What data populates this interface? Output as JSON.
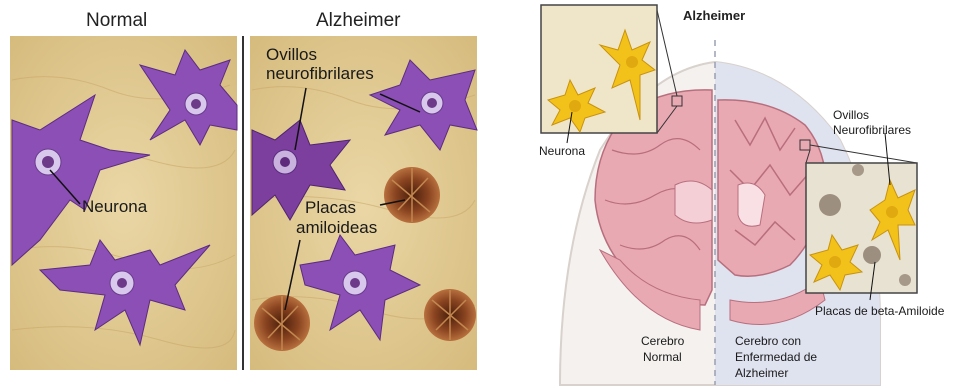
{
  "left_figure": {
    "normal_title": "Normal",
    "alzheimer_title": "Alzheimer",
    "labels": {
      "neurona": "Neurona",
      "ovillos_line1": "Ovillos",
      "ovillos_line2": "neurofibrilares",
      "placas_line1": "Placas",
      "placas_line2": "amiloideas"
    }
  },
  "right_figure": {
    "title": "Alzheimer",
    "labels": {
      "neurona": "Neurona",
      "ovillos_line1": "Ovillos",
      "ovillos_line2": "Neurofibrilares",
      "placas": "Placas de beta-Amiloide",
      "cerebro_normal_line1": "Cerebro",
      "cerebro_normal_line2": "Normal",
      "cerebro_ea_line1": "Cerebro con",
      "cerebro_ea_line2": "Enfermedad de",
      "cerebro_ea_line3": "Alzheimer"
    }
  },
  "colors": {
    "tissue_bg": "#e0c98f",
    "neuron_purple": "#8b4fb5",
    "plaque_brown": "#7a3d1c",
    "brain_pink": "#e9a9b3",
    "inset_yellow": "#f2c21b",
    "alz_half_bg": "#dfe2ef"
  }
}
